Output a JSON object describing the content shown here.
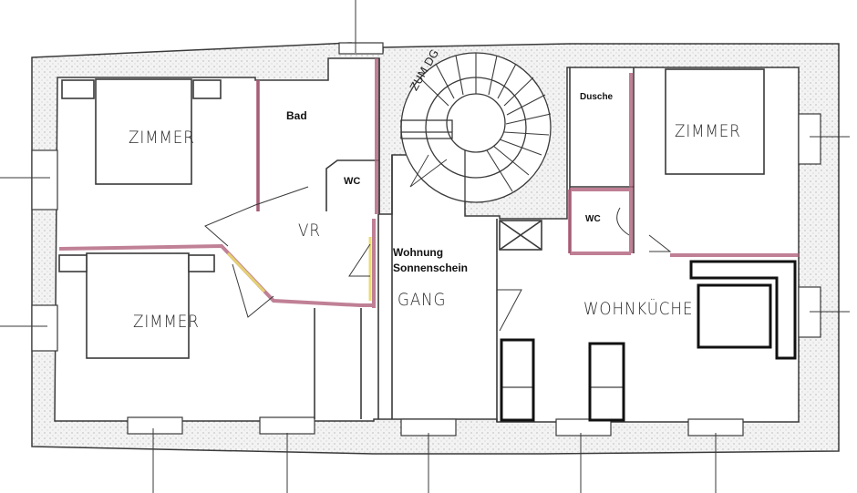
{
  "plan": {
    "type": "floor-plan",
    "apartment_name": "Wohnung Sonnenschein",
    "rooms": [
      {
        "id": "zimmer_top_left",
        "label": "ZIMMER"
      },
      {
        "id": "bad",
        "label": "Bad"
      },
      {
        "id": "wc_left",
        "label": "WC"
      },
      {
        "id": "vr",
        "label": "VR"
      },
      {
        "id": "zimmer_bottom_left",
        "label": "ZIMMER"
      },
      {
        "id": "gang",
        "label": "GANG"
      },
      {
        "id": "dusche",
        "label": "Dusche"
      },
      {
        "id": "wc_right",
        "label": "WC"
      },
      {
        "id": "zimmer_right",
        "label": "ZIMMER"
      },
      {
        "id": "wohnkueche",
        "label": "WOHNKÜCHE"
      }
    ],
    "stairs": {
      "label": "ZUM DG"
    },
    "apartment_label_line1": "Wohnung",
    "apartment_label_line2": "Sonnenschein",
    "colors": {
      "wall": "#3a3a3a",
      "new_wall": "#b0607a",
      "yellow_mark": "#e8d86a",
      "masonry": "#d9d9d9"
    }
  }
}
